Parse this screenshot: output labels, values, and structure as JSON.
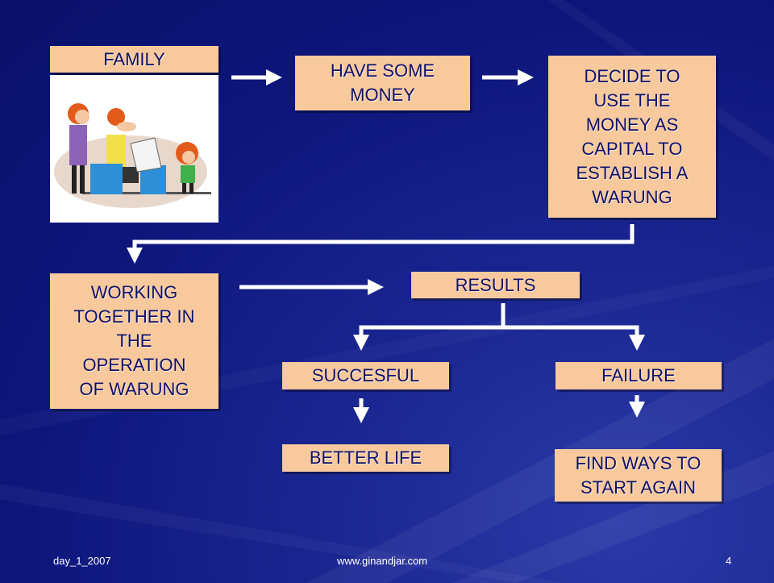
{
  "boxes": {
    "family": "FAMILY",
    "have_money": "HAVE SOME\nMONEY",
    "decide": "DECIDE TO\nUSE THE\nMONEY AS\nCAPITAL TO\nESTABLISH A\nWARUNG",
    "working": "WORKING\nTOGETHER IN\nTHE\nOPERATION\nOF WARUNG",
    "results": "RESULTS",
    "succesful": "SUCCESFUL",
    "failure": "FAILURE",
    "better_life": "BETTER LIFE",
    "find_ways": "FIND WAYS TO\nSTART AGAIN"
  },
  "footer": {
    "date": "day_1_2007",
    "website": "www.ginandjar.com",
    "page_number": "4"
  },
  "colors": {
    "box_fill": "#f7c99c",
    "box_text": "#10106a",
    "arrow": "#ffffff",
    "background": "#0d157a"
  },
  "icons": {
    "family_picture": "cartoon-family-illustration"
  }
}
